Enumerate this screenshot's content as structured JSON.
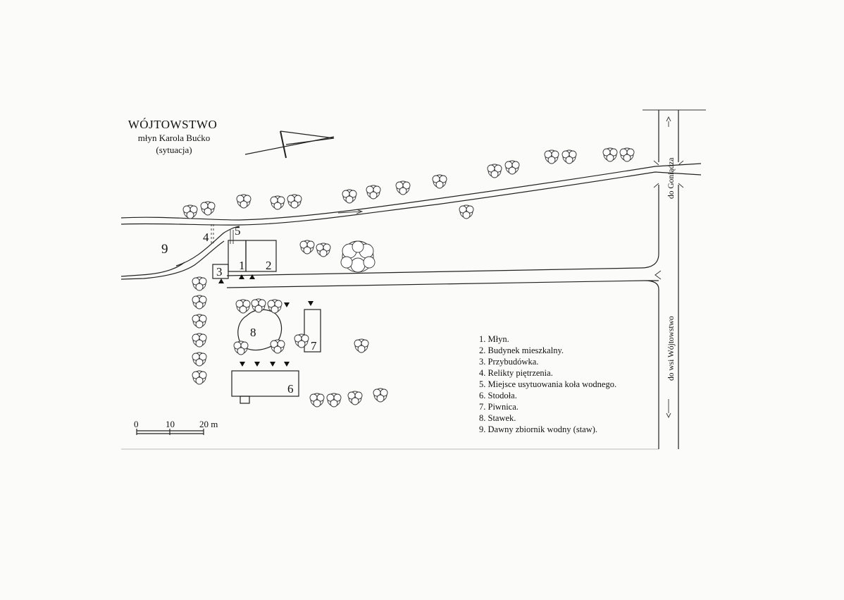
{
  "title": "WÓJTOWSTWO",
  "subtitle_line1": "młyn Karola Bućko",
  "subtitle_line2": "(sytuacja)",
  "labels": {
    "n1": "1",
    "n2": "2",
    "n3": "3",
    "n4": "4",
    "n5": "5",
    "n6": "6",
    "n7": "7",
    "n8": "8",
    "n9": "9"
  },
  "legend": [
    "1. Młyn.",
    "2. Budynek mieszkalny.",
    "3. Przybudówka.",
    "4. Relikty piętrzenia.",
    "5. Miejsce usytuowania koła wodnego.",
    "6. Stodoła.",
    "7. Piwnica.",
    "8. Stawek.",
    "9. Dawny zbiornik wodny (staw)."
  ],
  "roads": {
    "north": "do Goniądza",
    "south": "do wsi Wójtowstwo"
  },
  "scale": {
    "t0": "0",
    "t10": "10",
    "t20": "20 m"
  },
  "icons": {
    "north_arrow": "north-arrow-icon",
    "tree": "tree-symbol-icon",
    "entrance": "entrance-triangle-icon"
  }
}
